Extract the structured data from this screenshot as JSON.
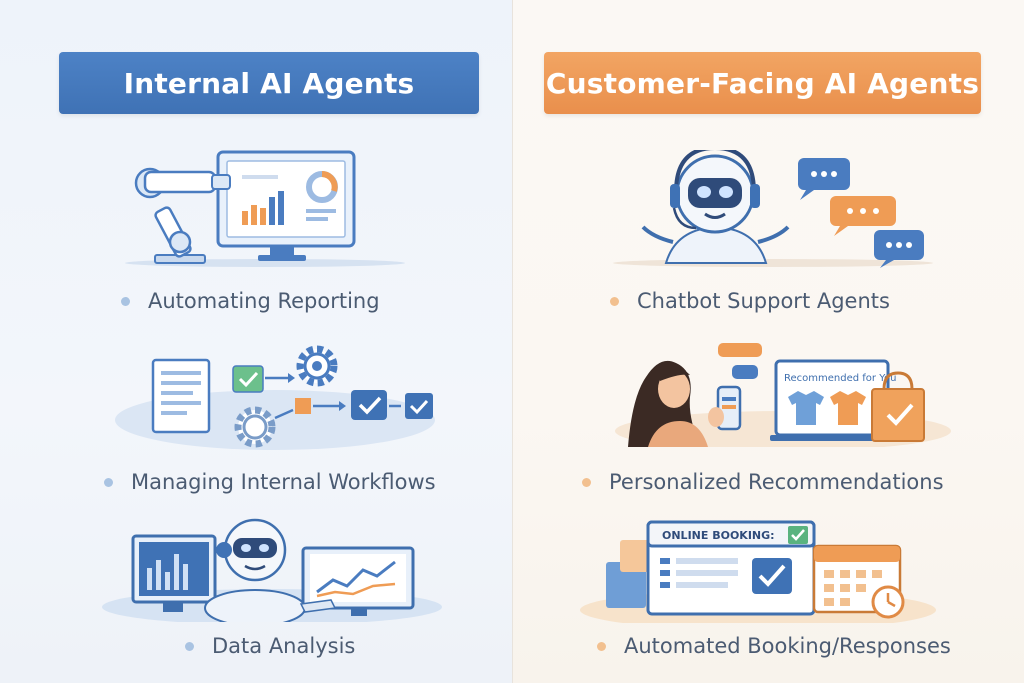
{
  "left": {
    "title": "Internal AI Agents",
    "items": [
      {
        "label": "Automating Reporting",
        "illustration": "robot-arm-monitor-icon"
      },
      {
        "label": "Managing Internal Workflows",
        "illustration": "workflow-gears-icon"
      },
      {
        "label": "Data Analysis",
        "illustration": "robot-analyst-monitors-icon"
      }
    ]
  },
  "right": {
    "title": "Customer-Facing AI Agents",
    "items": [
      {
        "label": "Chatbot Support Agents",
        "illustration": "chatbot-headset-icon"
      },
      {
        "label": "Personalized Recommendations",
        "illustration": "shopper-recommendations-icon",
        "screen_text": "Recommended for You"
      },
      {
        "label": "Automated Booking/Responses",
        "illustration": "online-booking-calendar-icon",
        "screen_text": "ONLINE BOOKING:"
      }
    ]
  },
  "colors": {
    "internal_accent": "#4379bc",
    "customer_accent": "#ec9652",
    "label_text": "#4b5b72"
  }
}
